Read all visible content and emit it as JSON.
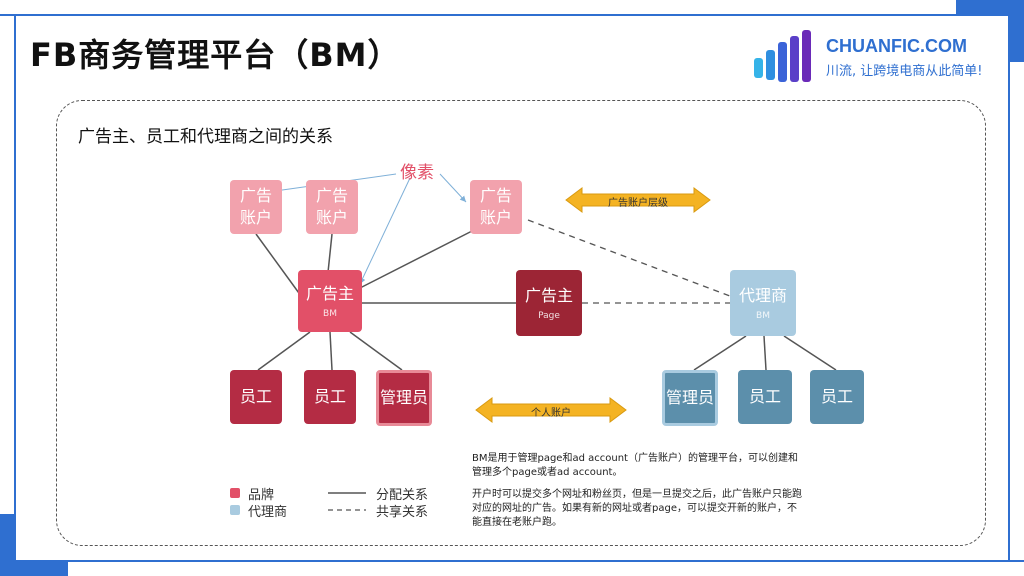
{
  "header": {
    "title": "FB商务管理平台（BM）",
    "logo_name": "CHUANFIC.COM",
    "logo_slogan": "川流, 让跨境电商从此简单!"
  },
  "section": {
    "subtitle": "广告主、员工和代理商之间的关系"
  },
  "diagram": {
    "pixel_label": "像素",
    "ad_account_line1": "广告",
    "ad_account_line2": "账户",
    "advertiser": {
      "title": "广告主",
      "sub": "BM"
    },
    "page_node": {
      "title": "广告主",
      "sub": "Page"
    },
    "agency": {
      "title": "代理商",
      "sub": "BM"
    },
    "employee": "员工",
    "admin": "管理员",
    "arrow_ad_level": "广告账户层级",
    "arrow_personal": "个人账户"
  },
  "legend": {
    "brand": "品牌",
    "agency": "代理商",
    "assign": "分配关系",
    "share": "共享关系",
    "brand_color": "#e25068",
    "agency_color": "#a9cbe0"
  },
  "description": {
    "p1": "BM是用于管理page和ad account（广告账户）的管理平台，可以创建和管理多个page或者ad account。",
    "p2": "开户时可以提交多个网址和粉丝页，但是一旦提交之后，此广告账户只能跑对应的网址的广告。如果有新的网址或者page，可以提交开新的账户，不能直接在老账户跑。"
  }
}
